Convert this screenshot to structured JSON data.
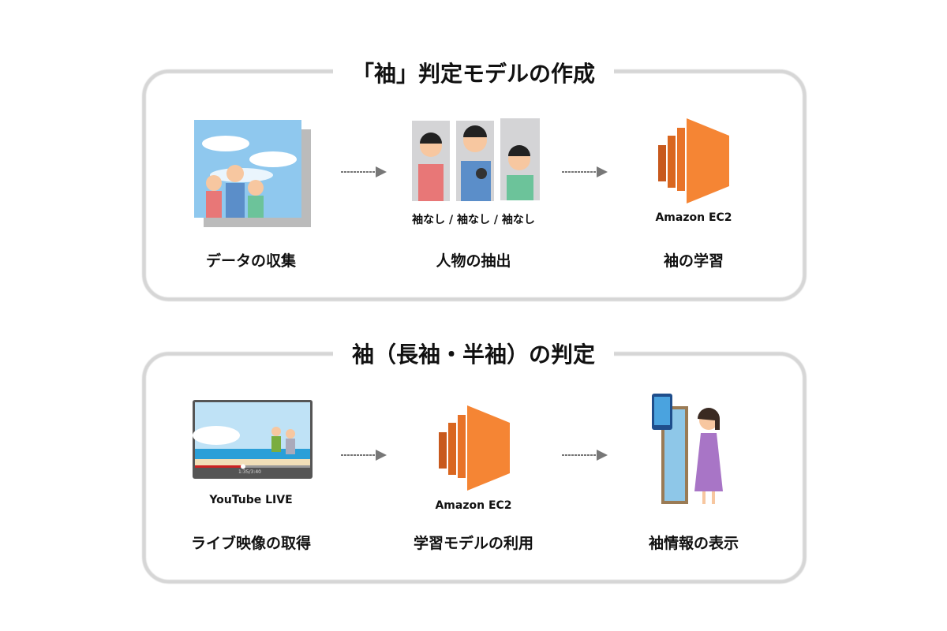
{
  "sections": [
    {
      "title": "「袖」判定モデルの作成",
      "steps": [
        {
          "label": "データの収集",
          "icon": "family-photo-icon"
        },
        {
          "label": "人物の抽出",
          "caption": "袖なし / 袖なし / 袖なし",
          "icon": "cropped-people-icon"
        },
        {
          "label": "袖の学習",
          "caption": "Amazon EC2",
          "icon": "amazon-ec2-icon"
        }
      ]
    },
    {
      "title": "袖（長袖・半袖）の判定",
      "steps": [
        {
          "label": "ライブ映像の取得",
          "caption": "YouTube LIVE",
          "icon": "video-player-icon",
          "video_time": "1:35/3:40",
          "video_progress": 0.42
        },
        {
          "label": "学習モデルの利用",
          "caption": "Amazon EC2",
          "icon": "amazon-ec2-icon"
        },
        {
          "label": "袖情報の表示",
          "icon": "mirror-display-icon"
        }
      ]
    }
  ],
  "colors": {
    "ec2": "#f58534",
    "border": "#d6d6d6",
    "arrow": "#777777"
  }
}
